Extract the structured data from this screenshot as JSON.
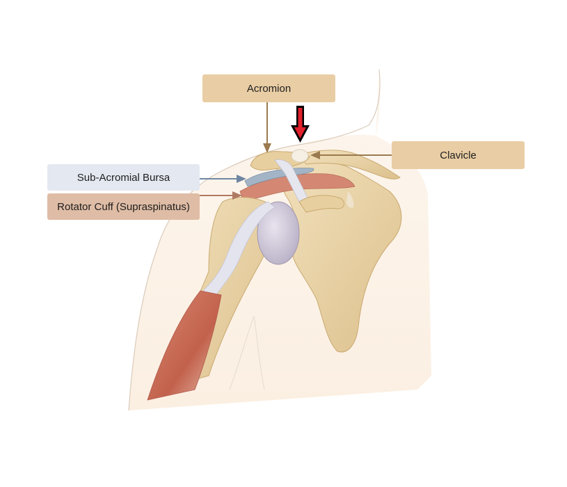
{
  "diagram": {
    "subject": "Shoulder joint anatomy (anterior view)",
    "labels": [
      {
        "id": "acromion",
        "text": "Acromion",
        "color": "#e9cda4"
      },
      {
        "id": "clavicle",
        "text": "Clavicle",
        "color": "#e9cda4"
      },
      {
        "id": "bursa",
        "text": "Sub-Acromial Bursa",
        "color": "#e4e8f0"
      },
      {
        "id": "cuff",
        "text": "Rotator Cuff (Supraspinatus)",
        "color": "#dfbca5"
      }
    ],
    "leader_colors": {
      "acromion": "#9a7a4e",
      "clavicle": "#9a7a4e",
      "bursa": "#6f86a3",
      "cuff": "#b07a62"
    },
    "highlight_arrow": {
      "fill": "#e0212b",
      "outline": "#000000",
      "points_to": "acromioclavicular joint"
    },
    "colors": {
      "skin": "#fbf1e6",
      "skin_outline": "#d9cbbb",
      "bone": "#ecd7ac",
      "bone_shade": "#d6b983",
      "cartilage": "#c9c3d3",
      "tendon": "#e3e4ee",
      "muscle": "#c8705a",
      "bursa": "#a3b4c6"
    }
  }
}
